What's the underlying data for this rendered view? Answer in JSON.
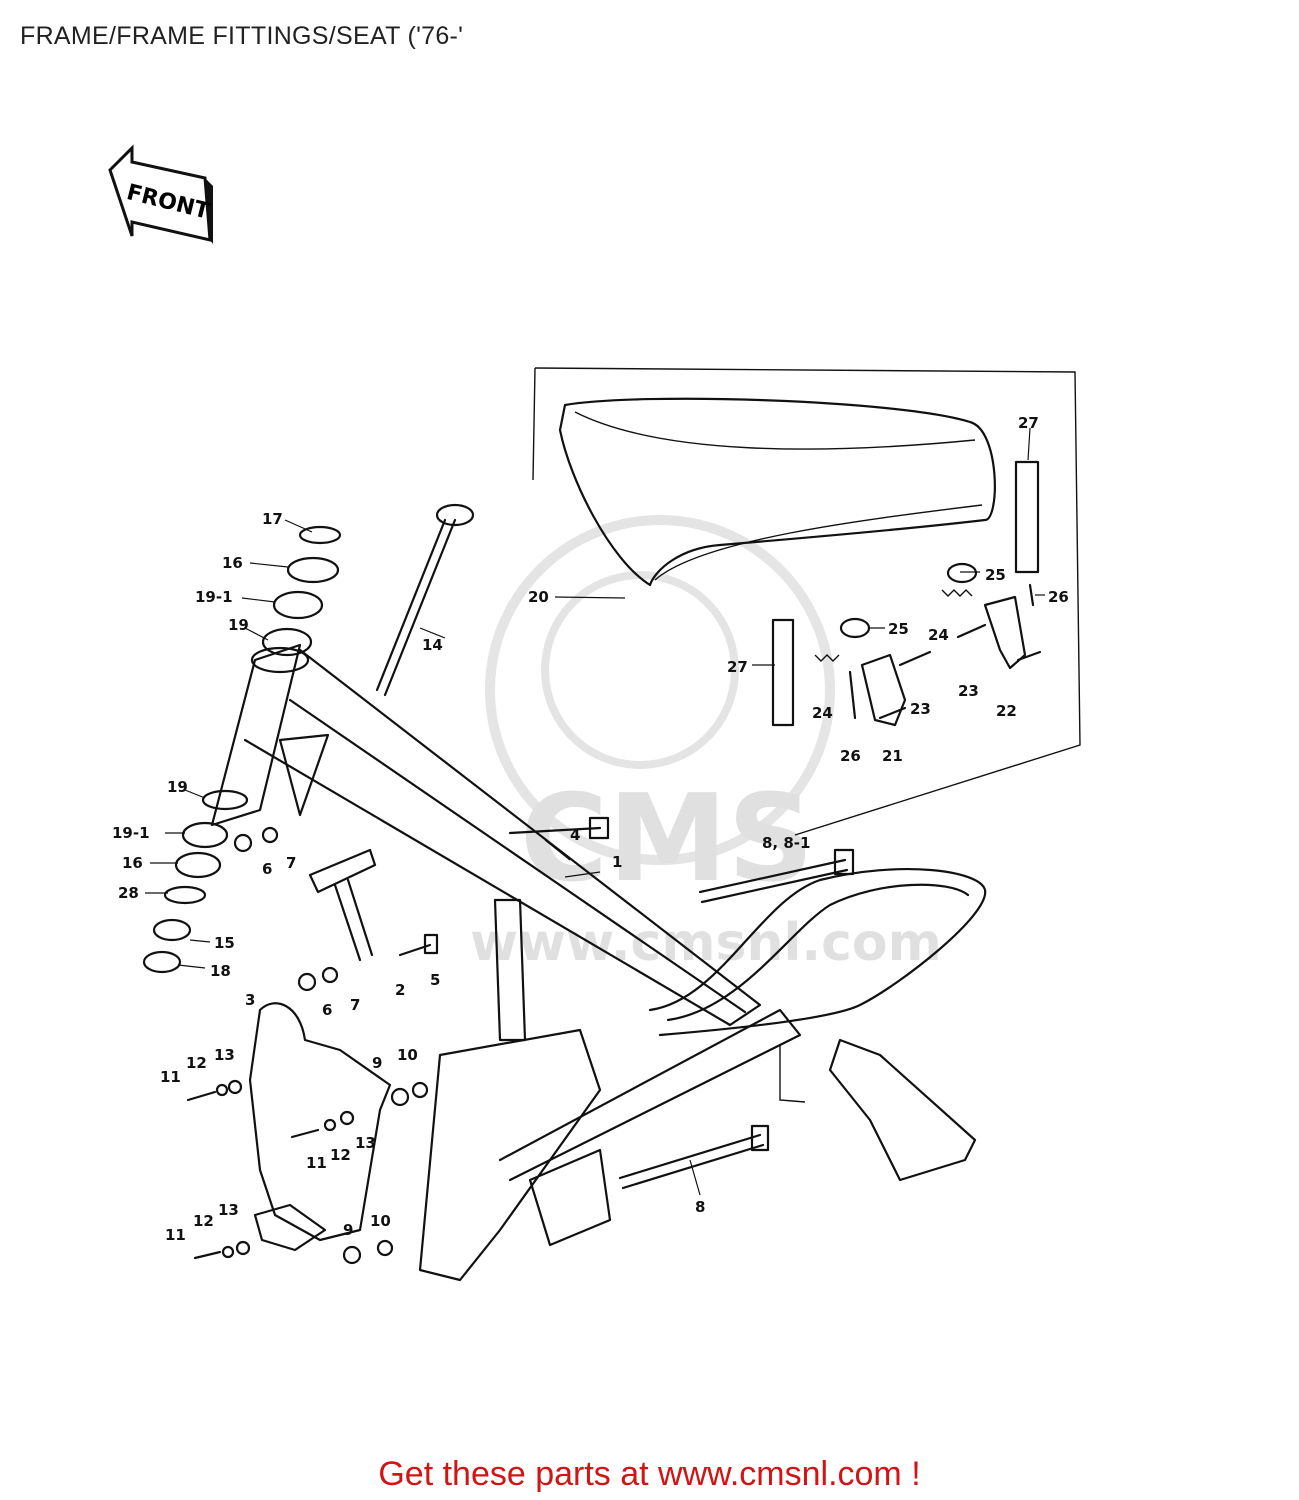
{
  "header": {
    "title": "FRAME/FRAME FITTINGS/SEAT ('76-'"
  },
  "front_arrow": {
    "label": "FRONT"
  },
  "watermark": {
    "text": "CMS",
    "url": "www.cmsnl.com"
  },
  "callouts": {
    "c1": "1",
    "c2": "2",
    "c3": "3",
    "c4": "4",
    "c5": "5",
    "c6a": "6",
    "c6b": "6",
    "c7a": "7",
    "c7b": "7",
    "c8": "8",
    "c8b": "8, 8-1",
    "c9a": "9",
    "c9b": "9",
    "c10a": "10",
    "c10b": "10",
    "c11a": "11",
    "c11b": "11",
    "c11c": "11",
    "c12a": "12",
    "c12b": "12",
    "c12c": "12",
    "c13a": "13",
    "c13b": "13",
    "c13c": "13",
    "c14": "14",
    "c15": "15",
    "c16a": "16",
    "c16b": "16",
    "c17": "17",
    "c18": "18",
    "c19a": "19",
    "c19b": "19",
    "c191a": "19-1",
    "c191b": "19-1",
    "c20": "20",
    "c21": "21",
    "c22": "22",
    "c23a": "23",
    "c23b": "23",
    "c24a": "24",
    "c24b": "24",
    "c25a": "25",
    "c25b": "25",
    "c26a": "26",
    "c26b": "26",
    "c27a": "27",
    "c27b": "27",
    "c28": "28"
  },
  "footer": {
    "text": "Get these parts at www.cmsnl.com !",
    "color": "#d21414"
  }
}
